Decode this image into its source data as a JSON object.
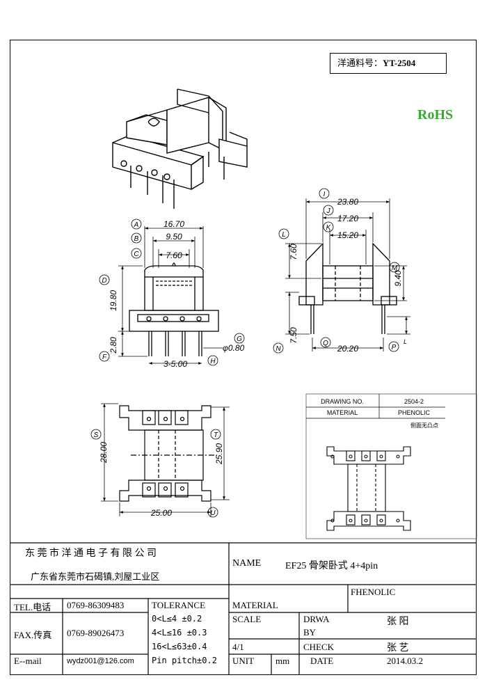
{
  "part_number_label": "洋通料号：",
  "part_number": "YT-2504",
  "rohs": "RoHS",
  "front_view": {
    "A": "A",
    "A_val": "16.70",
    "B": "B",
    "B_val": "9.50",
    "C": "C",
    "C_val": "7.60",
    "D": "D",
    "D_val": "19.80",
    "F": "F",
    "F_val": "2.80",
    "G": "G",
    "G_val": "φ0.80",
    "H": "H",
    "H_val": "3-5.00"
  },
  "side_view": {
    "I": "I",
    "I_val": "23.80",
    "J": "J",
    "J_val": "17.20",
    "K": "K",
    "K_val": "15.20",
    "L": "L",
    "L_val": "7.60",
    "M": "M",
    "M_val": "9.40",
    "N": "N",
    "N_val": "7.50",
    "Q": "Q",
    "Q_val": "20.20",
    "P": "P",
    "P_sub": "L"
  },
  "bottom_view": {
    "S": "S",
    "S_val": "28.00",
    "T": "T",
    "T_val": "25.90",
    "U": "U",
    "U_val": "25.00"
  },
  "inset": {
    "drawing_no_label": "DRAWING NO.",
    "drawing_no": "2504-2",
    "material_label": "MATERIAL",
    "material": "PHENOLIC",
    "note": "侧面无凸点"
  },
  "title_block": {
    "company": "东 莞 市 洋 通 电 子 有 限 公 司",
    "address": "广东省东莞市石碣镇,刘屋工业区",
    "name_label": "NAME",
    "name_value": "EF25 骨架卧式 4+4pin",
    "tel_label": "TEL.电话",
    "tel": "0769-86309483",
    "fax_label": "FAX.传真",
    "fax": "0769-89026473",
    "email_label": "E--mail",
    "email": "wydz001@126.com",
    "tolerance_label": "TOLERANCE",
    "tol1": "0<L≤4  ±0.2",
    "tol2": "4<L≤16 ±0.3",
    "tol3": "16<L≤63±0.4",
    "tol4": "Pin pitch±0.2",
    "material_label": "MATERIAL",
    "material": "FHENOLIC",
    "scale_label": "SCALE",
    "scale": "4/1",
    "draw_label_1": "DRWA",
    "draw_label_2": "BY",
    "draw_by": "张 阳",
    "check_label": "CHECK",
    "check_by": "张 艺",
    "unit_label": "UNIT",
    "unit": "mm",
    "date_label": "DATE",
    "date": "2014.03.2"
  }
}
